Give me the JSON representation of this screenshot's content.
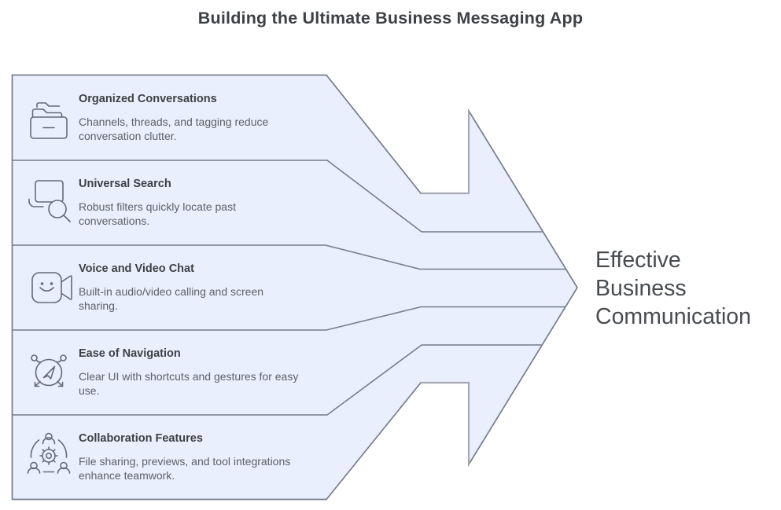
{
  "title": "Building the Ultimate Business Messaging App",
  "banners": [
    {
      "title": "Organized Conversations",
      "description_lines": [
        "Channels, threads, and tagging reduce",
        "conversation clutter."
      ],
      "icon": "archive-drawer-icon"
    },
    {
      "title": "Universal Search",
      "description_lines": [
        "Robust filters quickly locate past",
        "conversations."
      ],
      "icon": "laptop-search-icon"
    },
    {
      "title": "Voice and Video Chat",
      "description_lines": [
        "Built-in audio/video calling and screen",
        "sharing."
      ],
      "icon": "video-camera-icon"
    },
    {
      "title": "Ease of Navigation",
      "description_lines": [
        "Clear UI with shortcuts and gestures for easy",
        "use."
      ],
      "icon": "navigation-cursor-icon"
    },
    {
      "title": "Collaboration Features",
      "description_lines": [
        "File sharing, previews, and tool integrations",
        "enhance teamwork."
      ],
      "icon": "team-collaboration-icon"
    }
  ],
  "result_label": {
    "lines": [
      "Effective",
      "Business",
      "Communication"
    ]
  },
  "colors": {
    "banner_fill": "#e9effc",
    "outline": "#767d89",
    "notch_outline": "#a6abb3",
    "title_text": "#3d4145",
    "banner_title_text": "#3c4145",
    "banner_desc_text": "#5c6167",
    "result_text": "#484c51",
    "icon_stroke": "#646b76"
  }
}
